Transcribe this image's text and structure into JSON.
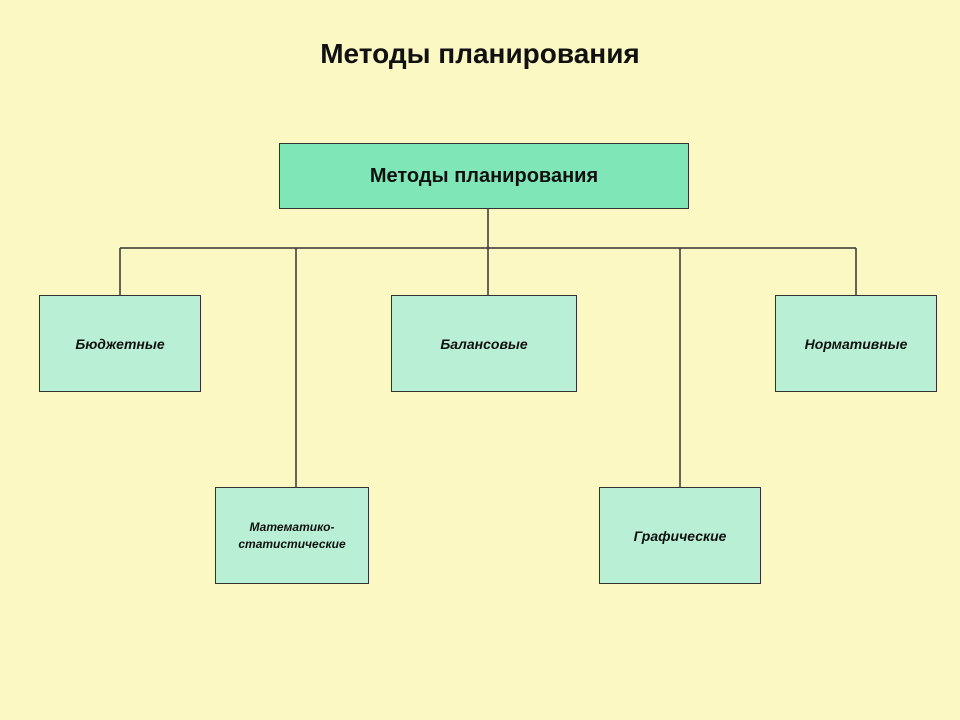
{
  "slide": {
    "title": "Методы планирования"
  },
  "diagram": {
    "root": {
      "label": "Методы планирования"
    },
    "children": [
      {
        "label": "Бюджетные"
      },
      {
        "label": "Балансовые"
      },
      {
        "label": "Нормативные"
      },
      {
        "label": "Математико-\nстатистические"
      },
      {
        "label": "Графические"
      }
    ]
  },
  "colors": {
    "background": "#fbf8c4",
    "root_fill": "#7fe6b7",
    "child_fill": "#b9f0d5",
    "border": "#333333"
  }
}
